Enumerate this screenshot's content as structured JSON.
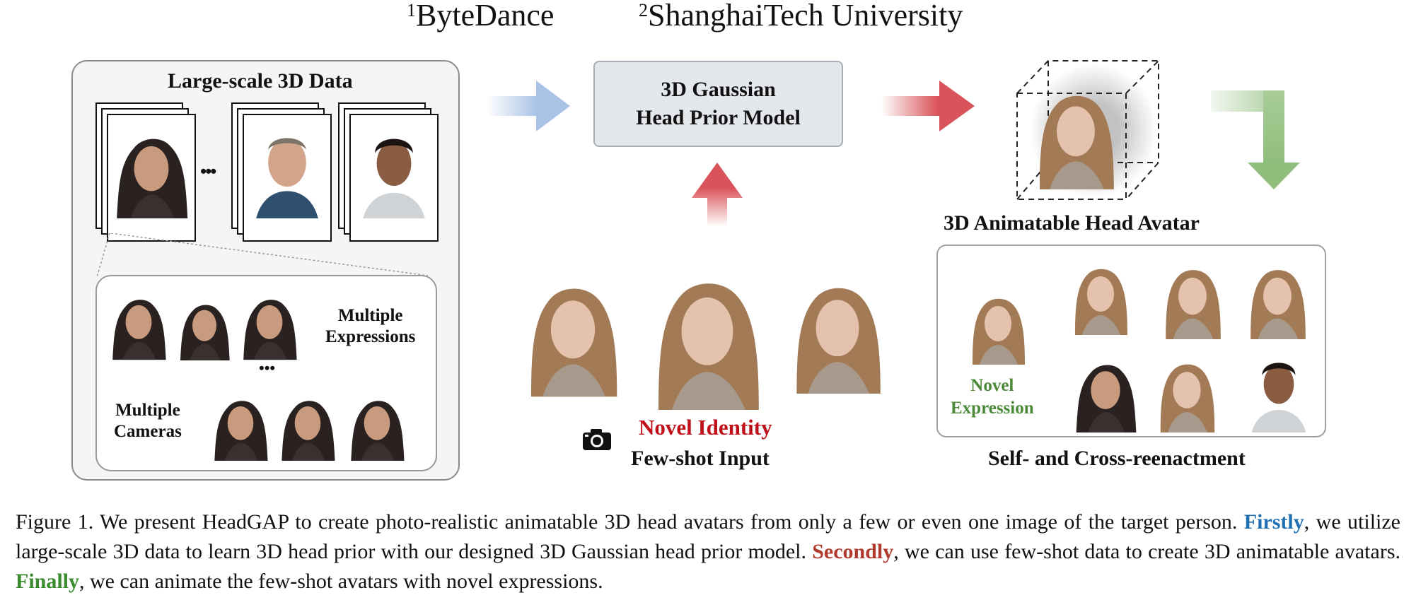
{
  "affiliations": [
    {
      "sup": "1",
      "name": "ByteDance"
    },
    {
      "sup": "2",
      "name": "ShanghaiTech University"
    }
  ],
  "left_panel": {
    "title": "Large-scale 3D Data",
    "ellipsis": "•••",
    "multiple_expressions": [
      "Multiple",
      "Expressions"
    ],
    "multiple_cameras": [
      "Multiple",
      "Cameras"
    ]
  },
  "prior_model": {
    "line1": "3D Gaussian",
    "line2": "Head Prior Model"
  },
  "input": {
    "novel_identity": "Novel Identity",
    "few_shot": "Few-shot Input"
  },
  "avatar": {
    "label": "3D Animatable Head Avatar"
  },
  "reenact": {
    "novel_expression": [
      "Novel",
      "Expression"
    ],
    "label": "Self- and Cross-reenactment"
  },
  "caption": {
    "prefix": "Figure 1.  We present HeadGAP to create photo-realistic animatable 3D head avatars from only a few or even one image of the target person. ",
    "firstly": "Firstly",
    "part2": ", we utilize large-scale 3D data to learn 3D head prior with our designed 3D Gaussian head prior model. ",
    "secondly": "Secondly",
    "part3": ", we can use few-shot data to create 3D animatable avatars. ",
    "finally": "Finally",
    "part4": ", we can animate the few-shot avatars with novel expressions."
  },
  "colors": {
    "blue_arrow": "#a9c2e6",
    "red_arrow": "#d9545a",
    "green_arrow": "#a8cc98",
    "firstly": "#1f6fb2",
    "secondly": "#b03a2e",
    "finally": "#3a8a2e"
  }
}
